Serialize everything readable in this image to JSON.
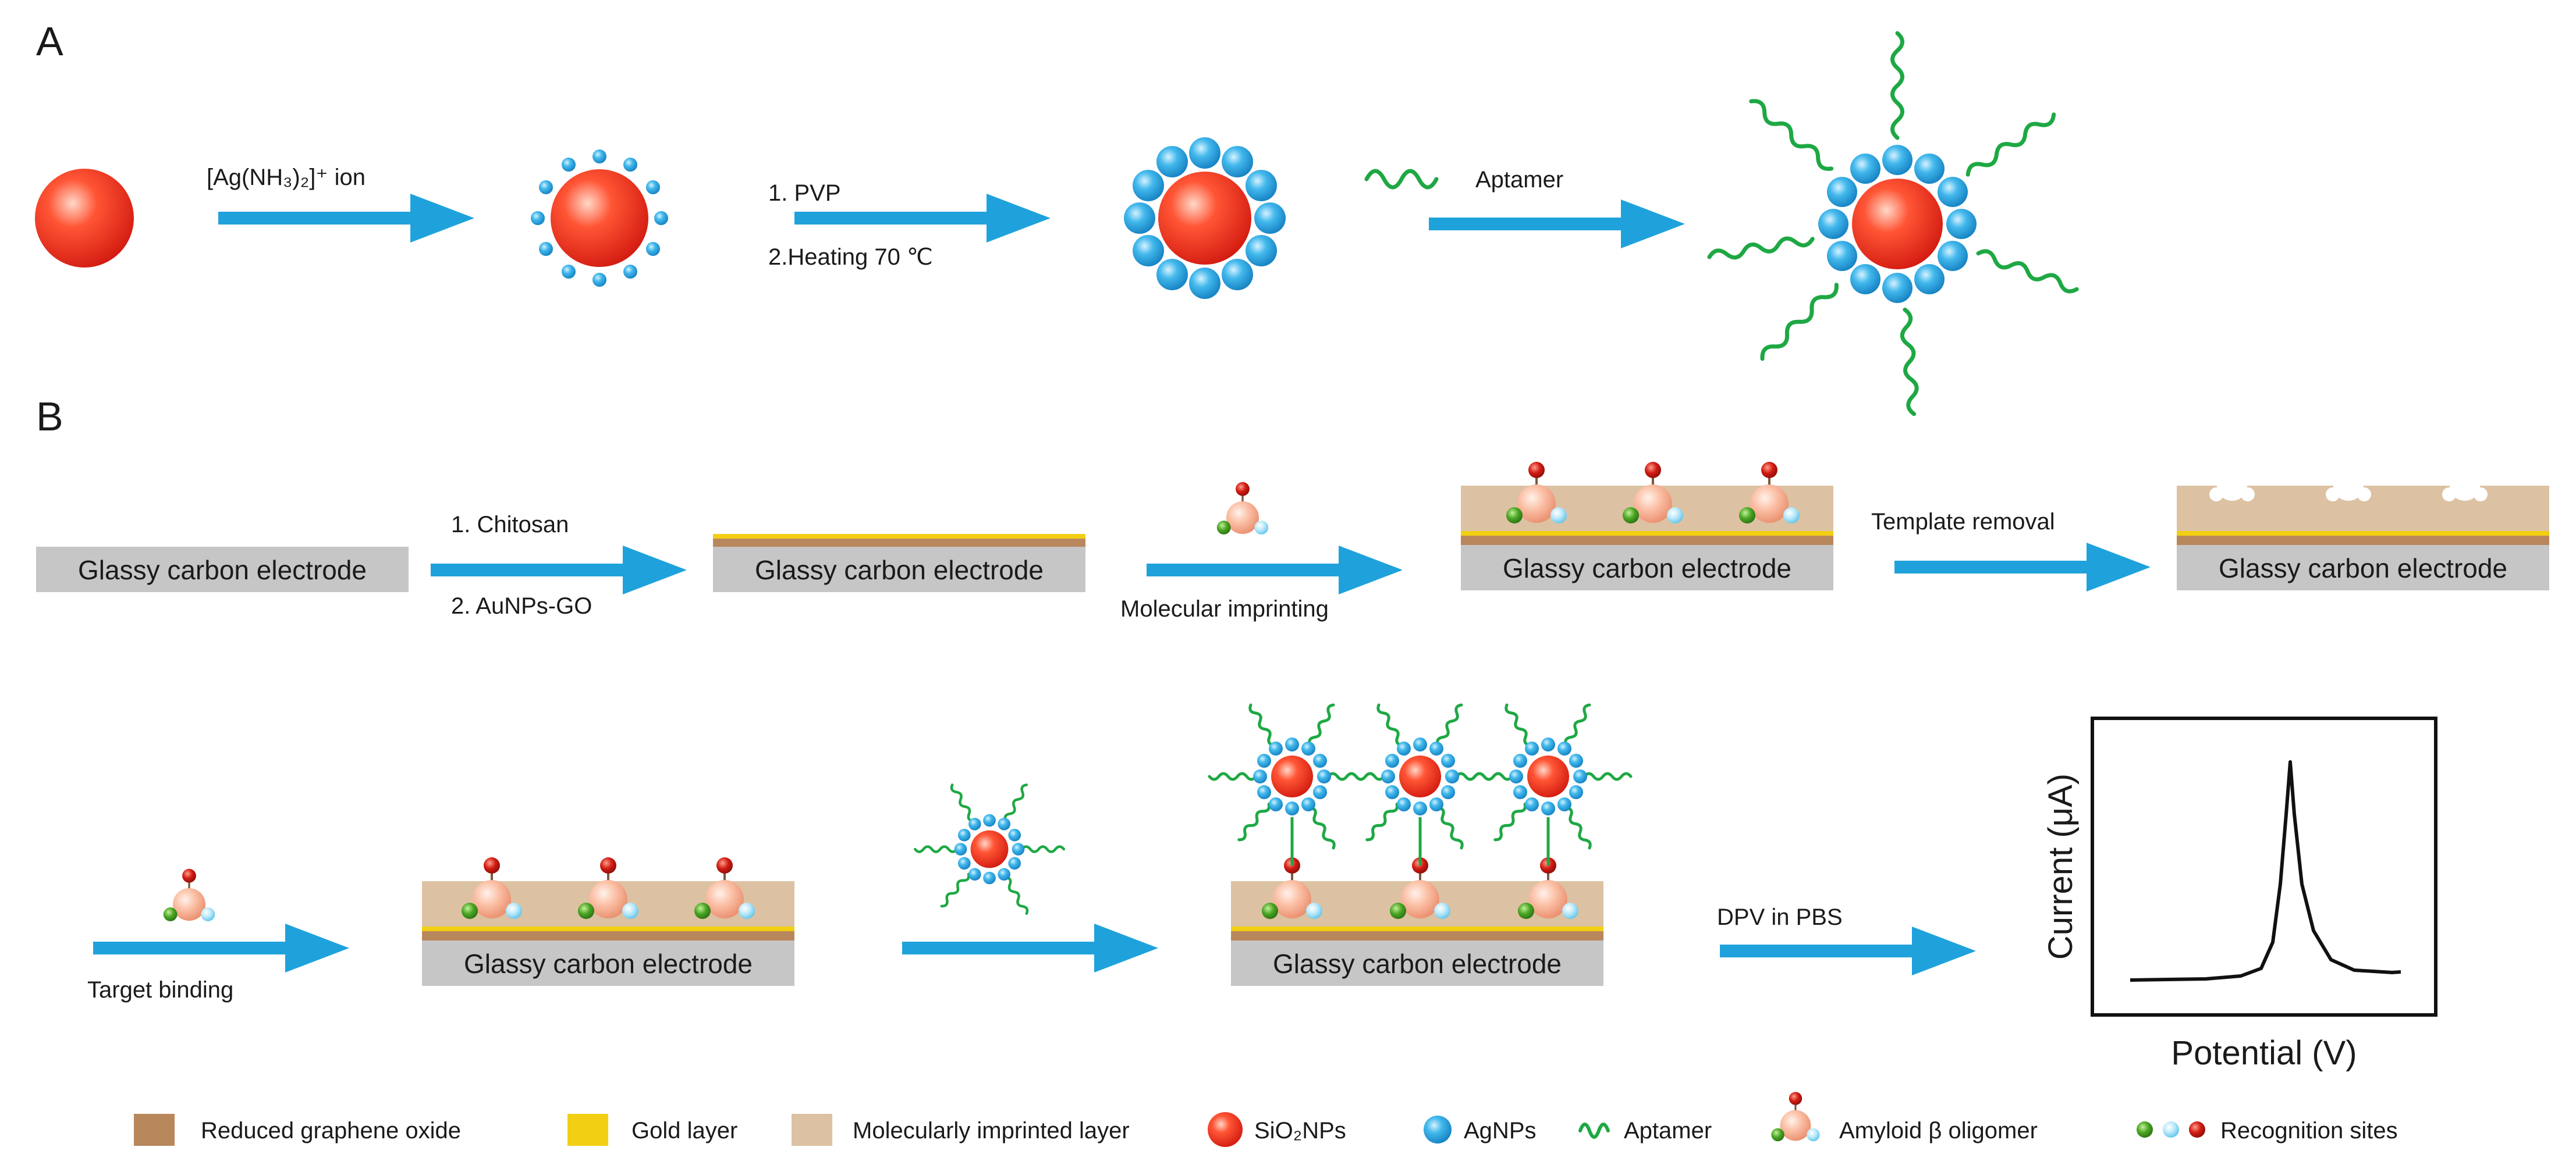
{
  "panels": {
    "a": "A",
    "b": "B"
  },
  "panel_a": {
    "step1": "[Ag(NH₃)₂]⁺ ion",
    "step2_line1": "1. PVP",
    "step2_line2": "2.Heating 70 ℃",
    "step3": "Aptamer"
  },
  "panel_b": {
    "electrode_label": "Glassy carbon electrode",
    "step1_line1": "1. Chitosan",
    "step1_line2": "2. AuNPs-GO",
    "step2": "Molecular imprinting",
    "step3": "Template removal",
    "step4": "Target binding",
    "step6": "DPV in PBS"
  },
  "dpv_plot": {
    "xlabel": "Potential (V)",
    "ylabel": "Current (μA)"
  },
  "legend": {
    "rgo": "Reduced graphene oxide",
    "gold": "Gold layer",
    "mip": "Molecularly imprinted layer",
    "sio2": "SiO₂NPs",
    "agnps": "AgNPs",
    "aptamer": "Aptamer",
    "amyloid": "Amyloid β oligomer",
    "recognition": "Recognition sites"
  },
  "colors": {
    "arrow": "#1fa2dc",
    "sio2_core": "#ee2a1b",
    "agnp": "#2aa6de",
    "aptamer": "#1ea843",
    "electrode": "#c6c6c6",
    "gold": "#f2cf12",
    "rgo": "#b9875c",
    "mip": "#dcc2a3",
    "oligomer_body": "#f7b89c",
    "site_green": "#3d9a1e",
    "site_red": "#c91616"
  }
}
